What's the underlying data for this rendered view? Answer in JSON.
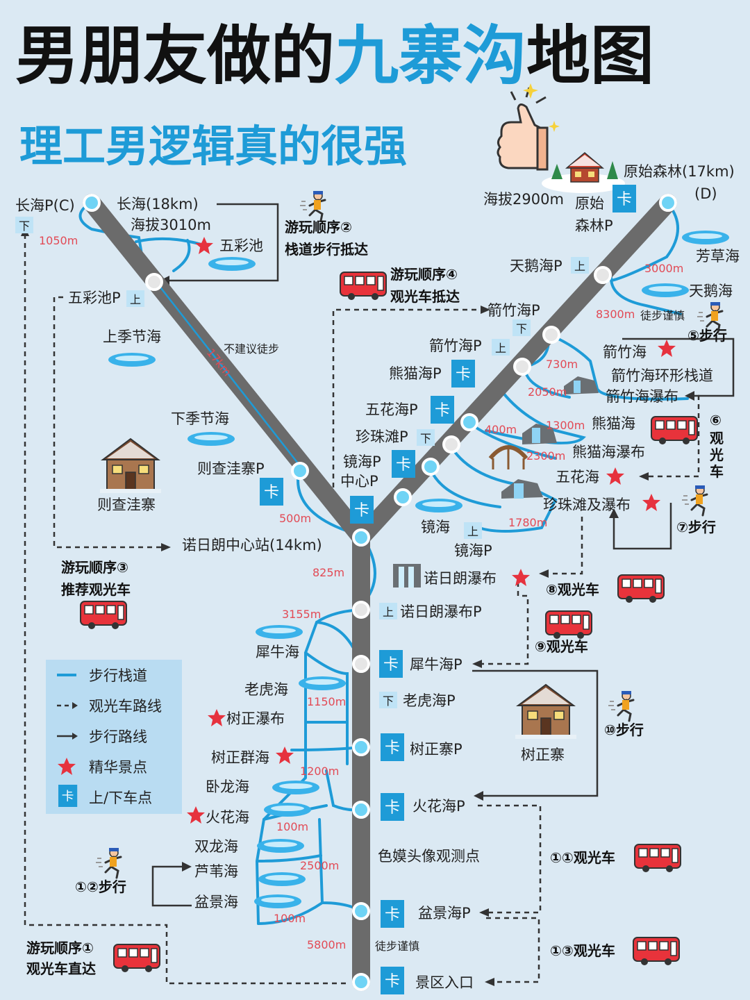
{
  "title": {
    "part1": "男朋友做的",
    "part2": "九寨沟",
    "part3": "地图"
  },
  "subtitle": "理工男逻辑真的很强",
  "road_label": "不建议徒步",
  "road_dist": "17km",
  "places": {
    "changhai_p": "长海P(C)",
    "changhai": "长海(18km)",
    "changhai_alt": "海拔3010m",
    "wucaichi": "五彩池",
    "wucaichi_p": "五彩池P",
    "shangjijiehai": "上季节海",
    "xiajijiehai": "下季节海",
    "zechawa_p": "则查洼寨P",
    "zechawa_village": "则查洼寨",
    "nuorilang_center": "诺日朗中心站(14km)",
    "forest": "原始森林(17km)",
    "forest_d": "(D)",
    "forest_alt": "海拔2900m",
    "forest_p1": "原始",
    "forest_p2": "森林P",
    "fangcaohai": "芳草海",
    "tianehai_p": "天鹅海P",
    "tianehai": "天鹅海",
    "jianzhuhai_p1": "箭竹海P",
    "jianzhuhai_p2": "箭竹海P",
    "jianzhuhai": "箭竹海",
    "jianzhuhai_trail": "箭竹海环形栈道",
    "jianzhuhai_fall": "箭竹海瀑布",
    "xiongmaohai_p": "熊猫海P",
    "xiongmaohai": "熊猫海",
    "xiongmaohai_fall": "熊猫海瀑布",
    "wuhuahai_p": "五花海P",
    "wuhuahai": "五花海",
    "zhenzhutan_p": "珍珠滩P",
    "zhenzhutan_fall": "珍珠滩及瀑布",
    "jinghai_p": "镜海P",
    "center_p": "中心P",
    "jinghai": "镜海",
    "jinghai_p2": "镜海P",
    "nuorilang_fall": "诺日朗瀑布",
    "nuorilang_fall_p": "诺日朗瀑布P",
    "xiniuhai": "犀牛海",
    "xiniuhai_p": "犀牛海P",
    "laohuhai": "老虎海",
    "laohuhai_p": "老虎海P",
    "shuzheng_fall": "树正瀑布",
    "shuzheng_lakes": "树正群海",
    "shuzheng_p": "树正寨P",
    "shuzheng_village": "树正寨",
    "wolonghai": "卧龙海",
    "huohuahai": "火花海",
    "huohuahai_p": "火花海P",
    "shuanglonghai": "双龙海",
    "luweihai": "芦苇海",
    "penjinghai": "盆景海",
    "penjinghai_p": "盆景海P",
    "semo": "色嫫头像观测点",
    "entrance": "景区入口",
    "walk_careful": "徒步谨慎",
    "walk_careful2": "徒步谨慎"
  },
  "distances": {
    "d1050": "1050m",
    "d500": "500m",
    "d3000": "3000m",
    "d8300": "8300m",
    "d730": "730m",
    "d2050": "2050m",
    "d400": "400m",
    "d1300": "1300m",
    "d2300": "2300m",
    "d1780": "1780m",
    "d825": "825m",
    "d3155": "3155m",
    "d1150": "1150m",
    "d1200": "1200m",
    "d100a": "100m",
    "d2500": "2500m",
    "d100b": "100m",
    "d5800": "5800m"
  },
  "steps": {
    "s1a": "游玩顺序①",
    "s1b": "观光车直达",
    "s2a": "游玩顺序②",
    "s2b": "栈道步行抵达",
    "s3a": "游玩顺序③",
    "s3b": "推荐观光车",
    "s4a": "游玩顺序④",
    "s4b": "观光车抵达",
    "s5": "⑤步行",
    "s6": [
      "⑥",
      "观",
      "光",
      "车"
    ],
    "s7": "⑦步行",
    "s8": "⑧观光车",
    "s9": "⑨观光车",
    "s10": "⑩步行",
    "s11": "①①观光车",
    "s12": "①②步行",
    "s13": "①③观光车"
  },
  "stop_marks": {
    "up": "上",
    "down": "下",
    "updown_up": "上",
    "updown_down": "下"
  },
  "legend": {
    "trail": "步行栈道",
    "bus_route": "观光车路线",
    "walk_route": "步行路线",
    "highlight": "精华景点",
    "stop": "上/下车点"
  },
  "colors": {
    "accent": "#1e9bd7",
    "road": "#6b6b6b",
    "star": "#e6323e",
    "distance": "#e24a55",
    "background": "#dbe9f3"
  },
  "icons": [
    "thumbs-up-icon",
    "snow-cabin-icon",
    "runner-icon",
    "bus-icon",
    "house-icon",
    "waterfall-icon",
    "bridge-icon",
    "lake-icon",
    "star-icon",
    "bus-stop-icon"
  ]
}
